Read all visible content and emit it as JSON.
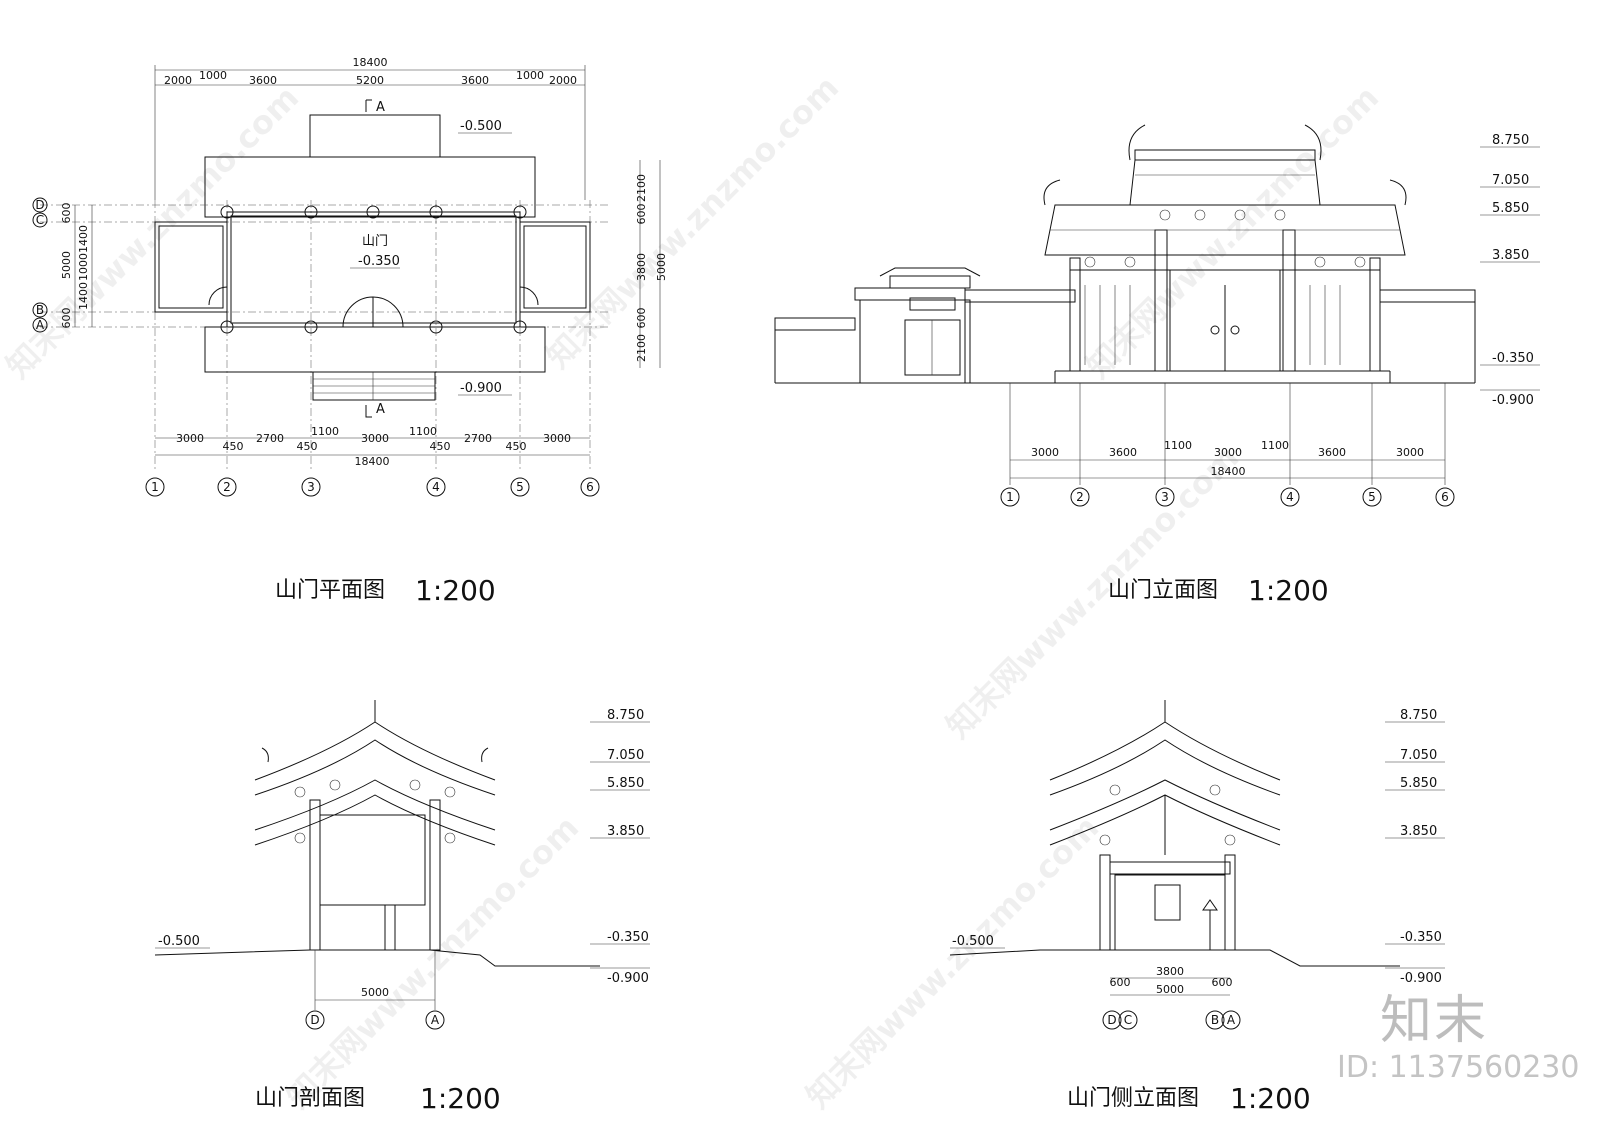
{
  "captions": {
    "plan_title": "山门平面图",
    "plan_scale": "1:200",
    "elev_title": "山门立面图",
    "elev_scale": "1:200",
    "section_title": "山门剖面图",
    "section_scale": "1:200",
    "side_title": "山门侧立面图",
    "side_scale": "1:200"
  },
  "plan": {
    "room_label": "山门",
    "total": "18400",
    "top_dims": [
      "2000",
      "1000",
      "3600",
      "5200",
      "3600",
      "1000",
      "2000"
    ],
    "bottom_dims": [
      "3000",
      "450",
      "2700",
      "450",
      "1100",
      "3000",
      "1100",
      "450",
      "2700",
      "450",
      "3000"
    ],
    "right_dims": [
      "2100",
      "600",
      "3800",
      "600",
      "2100"
    ],
    "right_total": "5000",
    "left_dims": [
      "600",
      "1400",
      "1000",
      "1400",
      "600"
    ],
    "left_total": "5000",
    "section_mark": "A",
    "levels": [
      "-0.500",
      "-0.350",
      "-0.900"
    ],
    "axes_x": [
      "1",
      "2",
      "3",
      "4",
      "5",
      "6"
    ],
    "axes_y": [
      "D",
      "C",
      "B",
      "A"
    ]
  },
  "elevation": {
    "dims": [
      "3000",
      "3600",
      "1100",
      "3000",
      "1100",
      "3600",
      "3000"
    ],
    "total": "18400",
    "levels": [
      "8.750",
      "7.050",
      "5.850",
      "3.850",
      "-0.350",
      "-0.900"
    ],
    "axes": [
      "1",
      "2",
      "3",
      "4",
      "5",
      "6"
    ]
  },
  "section": {
    "span": "5000",
    "levels": [
      "8.750",
      "7.050",
      "5.850",
      "3.850",
      "-0.350",
      "-0.900"
    ],
    "left_level": "-0.500",
    "axes": [
      "D",
      "A"
    ]
  },
  "side": {
    "dims": [
      "600",
      "3800",
      "600"
    ],
    "total": "5000",
    "levels": [
      "8.750",
      "7.050",
      "5.850",
      "3.850",
      "-0.350",
      "-0.900"
    ],
    "left_level": "-0.500",
    "axes": [
      "D",
      "C",
      "B",
      "A"
    ]
  },
  "watermark": {
    "text": "知末网www.znzmo.com",
    "logo": "知末",
    "id": "ID: 1137560230"
  }
}
